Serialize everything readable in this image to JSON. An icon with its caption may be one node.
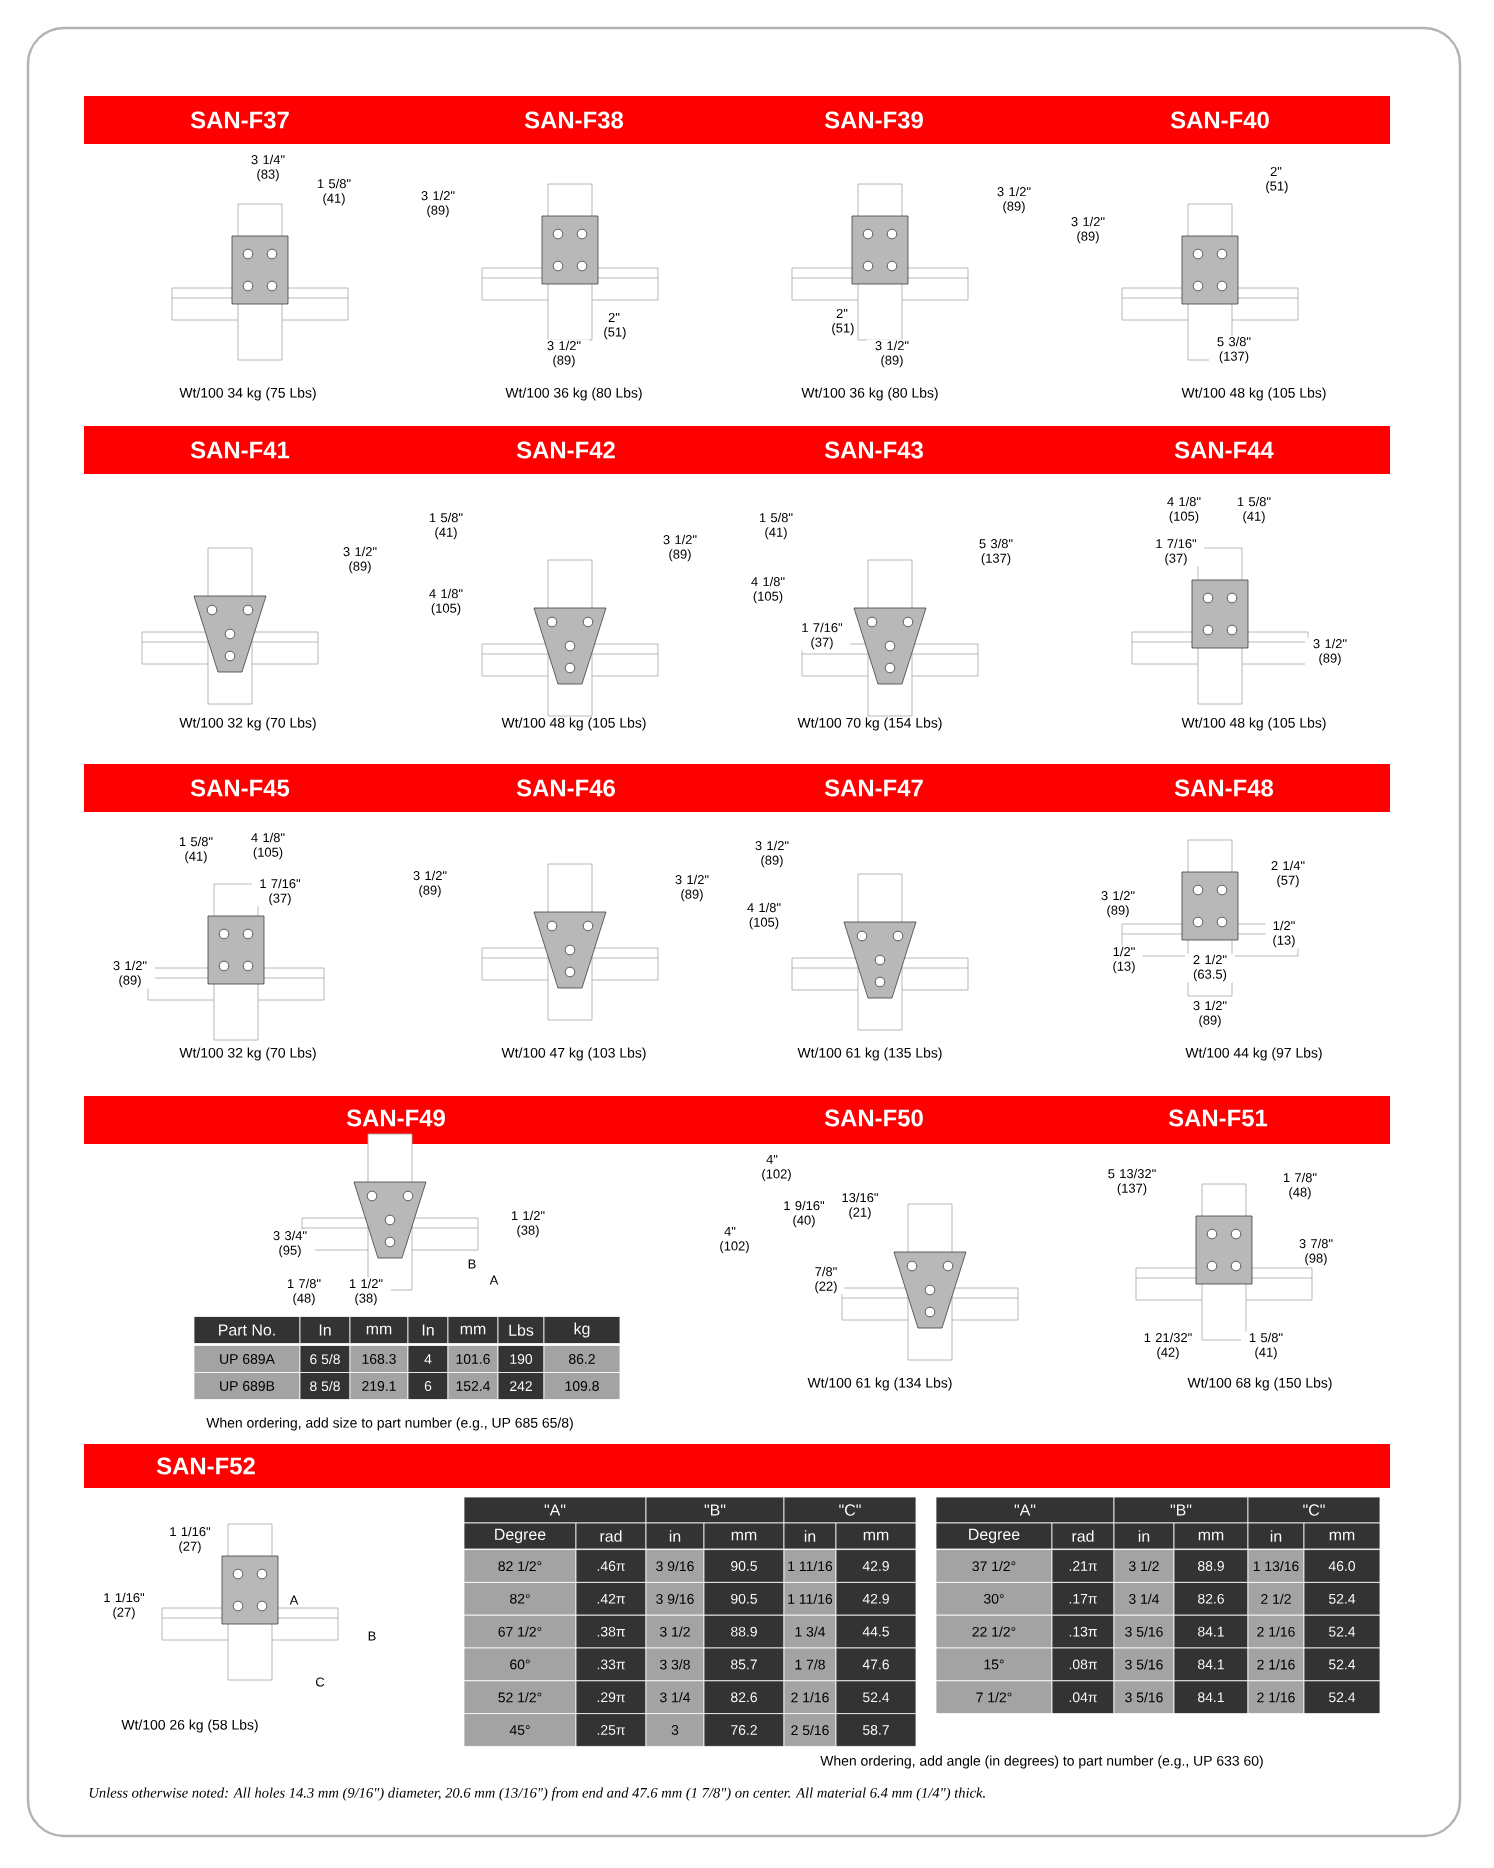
{
  "diagram": {
    "labels": [
      "SAN-F37",
      "3 1/4\" (83)",
      "1 5/8\" (41)",
      "Wt/100 34 kg (75 Lbs)",
      "SAN-F38",
      "3 1/2\" (89)",
      "2\" (51)",
      "3 1/2\" (89)",
      "Wt/100 36 kg (80 Lbs)",
      "SAN-F39",
      "3 1/2\" (89)",
      "2\" (51)",
      "3 1/2\" (89)",
      "Wt/100 36 kg (80 Lbs)",
      "SAN-F40",
      "2\" (51)",
      "3 1/2\" (89)",
      "5 3/8\" (137)",
      "Wt/100 48 kg (105 Lbs)",
      "SAN-F41",
      "3 1/2\" (89)",
      "Wt/100 32 kg (70 Lbs)",
      "SAN-F42",
      "1 5/8\" (41)",
      "3 1/2\" (89)",
      "4 1/8\" (105)",
      "Wt/100 48 kg (105 Lbs)",
      "SAN-F43",
      "1 5/8\" (41)",
      "5 3/8\" (137)",
      "4 1/8\" (105)",
      "1 7/16\" (37)",
      "Wt/100 70 kg (154 Lbs)",
      "SAN-F44",
      "4 1/8\" (105)",
      "1 5/8\" (41)",
      "1 7/16\" (37)",
      "3 1/2\" (89)",
      "Wt/100 48 kg (105 Lbs)",
      "SAN-F45",
      "1 5/8\" (41)",
      "4 1/8\" (105)",
      "1 7/16\" (37)",
      "3 1/2\" (89)",
      "Wt/100 32 kg (70 Lbs)",
      "SAN-F46",
      "3 1/2\" (89)",
      "3 1/2\" (89)",
      "Wt/100 47 kg (103 Lbs)",
      "SAN-F47",
      "3 1/2\" (89)",
      "4 1/8\" (105)",
      "Wt/100 61 kg (135 Lbs)",
      "SAN-F48",
      "2 1/4\" (57)",
      "3 1/2\" (89)",
      "1/2\" (13)",
      "1/2\" (13)",
      "2 1/2\" (63.5)",
      "3 1/2\" (89)",
      "Wt/100 44 kg (97 Lbs)",
      "SAN-F49",
      "3 3/4\" (95)",
      "1 1/2\" (38)",
      "B",
      "A",
      "1 7/8\" (48)",
      "1 1/2\" (38)",
      "Part No.",
      "In",
      "mm",
      "In",
      "mm",
      "Lbs",
      "kg",
      "UP 689A",
      "6 5/8",
      "168.3",
      "4",
      "101.6",
      "190",
      "86.2",
      "UP 689B",
      "8 5/8",
      "219.1",
      "6",
      "152.4",
      "242",
      "109.8",
      "When ordering, add size to part number (e.g., UP 685 65/8)",
      "SAN-F50",
      "4\" (102)",
      "1 9/16\" (40)",
      "13/16\" (21)",
      "4\" (102)",
      "7/8\" (22)",
      "Wt/100 61 kg (134 Lbs)",
      "SAN-F51",
      "5 13/32\" (137)",
      "1 7/8\" (48)",
      "3 7/8\" (98)",
      "1 21/32\" (42)",
      "1 5/8\" (41)",
      "Wt/100 68 kg (150 Lbs)",
      "SAN-F52",
      "1 1/16\" (27)",
      "1 1/16\" (27)",
      "A",
      "B",
      "C",
      "Wt/100 26 kg (58 Lbs)",
      "\"A\"",
      "\"B\"",
      "\"C\"",
      "Degree",
      "rad",
      "in",
      "mm",
      "in",
      "mm",
      "82 1/2°",
      ".46π",
      "3 9/16",
      "90.5",
      "1 11/16",
      "42.9",
      "82°",
      ".42π",
      "3 9/16",
      "90.5",
      "1 11/16",
      "42.9",
      "67 1/2°",
      ".38π",
      "3 1/2",
      "88.9",
      "1 3/4",
      "44.5",
      "60°",
      ".33π",
      "3 3/8",
      "85.7",
      "1 7/8",
      "47.6",
      "52 1/2°",
      ".29π",
      "3 1/4",
      "82.6",
      "2 1/16",
      "52.4",
      "45°",
      ".25π",
      "3",
      "76.2",
      "2 5/16",
      "58.7",
      "\"A\"",
      "\"B\"",
      "\"C\"",
      "Degree",
      "rad",
      "in",
      "mm",
      "in",
      "mm",
      "37 1/2°",
      ".21π",
      "3 1/2",
      "88.9",
      "1 13/16",
      "46.0",
      "30°",
      ".17π",
      "3 1/4",
      "82.6",
      "2 1/2",
      "52.4",
      "22 1/2°",
      ".13π",
      "3 5/16",
      "84.1",
      "2 1/16",
      "52.4",
      "15°",
      ".08π",
      "3 5/16",
      "84.1",
      "2 1/16",
      "52.4",
      "7 1/2°",
      ".04π",
      "3 5/16",
      "84.1",
      "2 1/16",
      "52.4",
      "When ordering, add angle (in degrees) to part number (e.g., UP 633 60)",
      "Unless otherwise noted: All holes 14.3 mm (9/16\") diameter, 20.6 mm (13/16\") from end and 47.6 mm (1 7/8\") on center. All material 6.4 mm (1/4\") thick."
    ]
  }
}
